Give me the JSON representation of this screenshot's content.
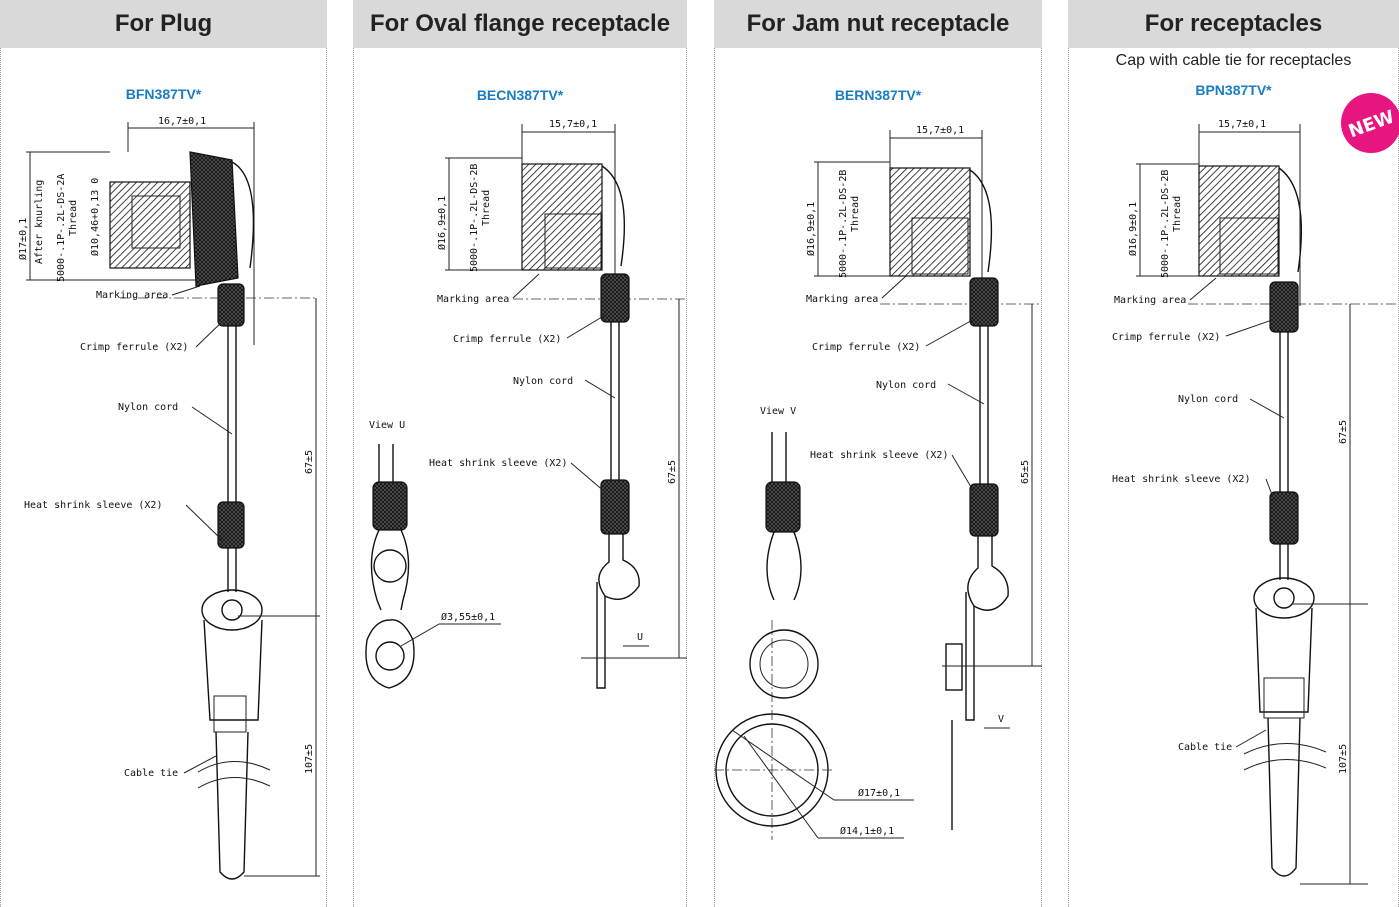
{
  "panels": [
    {
      "header": "For Plug",
      "subtitle": "",
      "part_number": "BFN387TV*",
      "dims": {
        "width": "16,7±0,1",
        "diameter": "Ø17±0,1",
        "diameter_note": "After knurling",
        "thread": "5000-.1P-.2L-DS-2A",
        "thread_word": "Thread",
        "inner_diameter": "Ø10,46+0,13 0",
        "cord_length": "67±5",
        "tie_length": "107±5"
      },
      "callouts": {
        "marking": "Marking area",
        "crimp": "Crimp ferrule (X2)",
        "nylon": "Nylon cord",
        "heat": "Heat shrink sleeve (X2)",
        "cable_tie": "Cable tie"
      }
    },
    {
      "header": "For Oval flange receptacle",
      "subtitle": "",
      "part_number": "BECN387TV*",
      "dims": {
        "width": "15,7±0,1",
        "diameter": "Ø16,9±0,1",
        "thread": "5000-.1P-.2L-DS-2B",
        "thread_word": "Thread",
        "cord_length": "67±5",
        "hole": "Ø3,55±0,1"
      },
      "callouts": {
        "marking": "Marking area",
        "crimp": "Crimp ferrule (X2)",
        "nylon": "Nylon cord",
        "heat": "Heat shrink sleeve (X2)",
        "view": "View U",
        "arrow": "U"
      }
    },
    {
      "header": "For Jam nut receptacle",
      "subtitle": "",
      "part_number": "BERN387TV*",
      "dims": {
        "width": "15,7±0,1",
        "diameter": "Ø16,9±0,1",
        "thread": "5000-.1P-.2L-DS-2B",
        "thread_word": "Thread",
        "cord_length": "65±5",
        "ring_outer": "Ø17±0,1",
        "ring_inner": "Ø14,1±0,1"
      },
      "callouts": {
        "marking": "Marking area",
        "crimp": "Crimp ferrule (X2)",
        "nylon": "Nylon cord",
        "heat": "Heat shrink sleeve (X2)",
        "view": "View V",
        "arrow": "V"
      }
    },
    {
      "header": "For receptacles",
      "subtitle": "Cap with cable tie for receptacles",
      "part_number": "BPN387TV*",
      "dims": {
        "width": "15,7±0,1",
        "diameter": "Ø16,9±0,1",
        "thread": "5000-.1P-.2L-DS-2B",
        "thread_word": "Thread",
        "cord_length": "67±5",
        "tie_length": "107±5"
      },
      "callouts": {
        "marking": "Marking area",
        "crimp": "Crimp ferrule (X2)",
        "nylon": "Nylon cord",
        "heat": "Heat shrink sleeve (X2)",
        "cable_tie": "Cable tie"
      }
    }
  ],
  "badge": "NEW",
  "colors": {
    "header_bg": "#d9d9d9",
    "part_number": "#1a7cc2",
    "badge": "#e6157f"
  }
}
